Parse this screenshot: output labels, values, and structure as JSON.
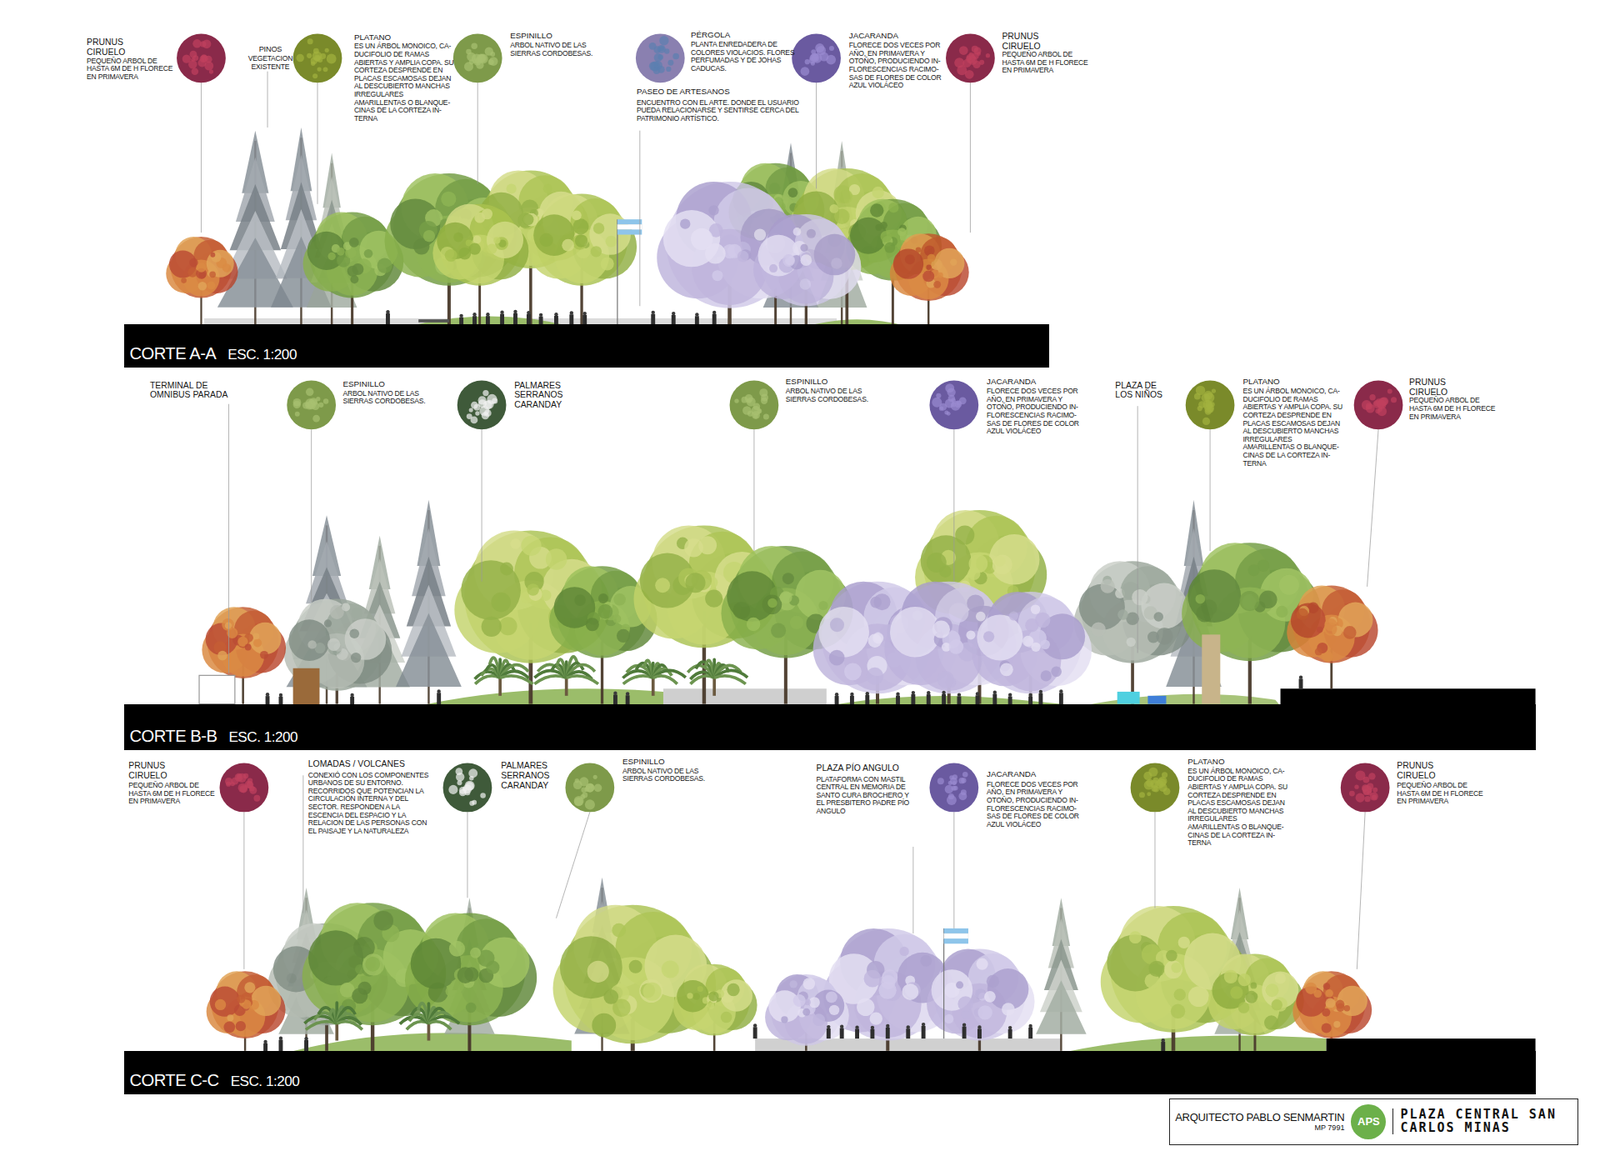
{
  "diagram": {
    "nodes": [
      {
        "text": [
          "CORTE A-A",
          "ESC. 1:200"
        ]
      },
      {
        "text": [
          "CORTE B-B",
          "ESC. 1:200"
        ]
      },
      {
        "text": [
          "CORTE C-C",
          "ESC. 1:200"
        ]
      },
      {
        "text": [
          "ARQUITECTO PABLO SENMARTIN",
          "MP 7991",
          "PLAZA CENTRAL SAN CARLOS MINAS"
        ]
      },
      {
        "text": [
          "APS"
        ],
        "in": 3
      }
    ],
    "edges": [],
    "labels": [
      "PRUNUS CIRUELO",
      "PEQUEÑO ARBOL DE HASTA 6M DE H FLORECE EN PRIMAVERA",
      "PINOS",
      "VEGETACION EXISTENTE",
      "PLATANO",
      "ES UN ÁRBOL MONOICO, CA-DUCIFOLIO DE RAMAS ABIERTAS Y AMPLIA COPA. SU CORTEZA DESPRENDE EN PLACAS ESCAMOSAS DEJAN AL DESCUBIERTO MANCHAS IRREGULARES AMARILLENTAS O BLANQUE-CINAS DE LA CORTEZA IN-TERNA",
      "ESPINILLO",
      "ARBOL NATIVO DE LAS SIERRAS CORDOBESAS.",
      "PÉRGOLA",
      "PLANTA ENREDADERA DE COLORES VIOLACIOS. FLORES PERFUMADAS Y DE JOHAS CADUCAS.",
      "PASEO DE ARTESANOS",
      "ENCUENTRO CON EL ARTE. DONDE EL USUARIO PUEDA RELACIONARSE Y SENTIRSE CERCA DEL PATRIMONIO ARTÍSTICO.",
      "JACARANDA",
      "FLORECE DOS VECES POR AÑO, EN PRIMAVERA Y OTOÑO, PRODUCIENDO IN-FLORESCENCIAS RACIMO-SAS DE FLORES DE COLOR AZUL VIOLÁCEO",
      "PRUNUS CIRUELO",
      "PEQUEÑO ARBOL DE HASTA 6M DE H FLORECE EN PRIMAVERA",
      "TERMINAL DE OMNIBUS PARADA",
      "ESPINILLO",
      "ARBOL NATIVO DE LAS SIERRAS CORDOBESAS.",
      "PALMARES SERRANOS CARANDAY",
      "ESPINILLO",
      "ARBOL NATIVO DE LAS SIERRAS CORDOBESAS.",
      "JACARANDA",
      "FLORECE DOS VECES POR AÑO, EN PRIMAVERA Y OTOÑO, PRODUCIENDO IN-FLORESCENCIAS RACIMO-SAS DE FLORES DE COLOR AZUL VIOLÁCEO",
      "PLAZA DE LOS NIÑOS",
      "PLATANO",
      "ES UN ÁRBOL MONOICO, CA-DUCIFOLIO DE RAMAS ABIERTAS Y AMPLIA COPA. SU CORTEZA DESPRENDE EN PLACAS ESCAMOSAS DEJAN AL DESCUBIERTO MANCHAS IRREGULARES AMARILLENTAS O BLANQUE-CINAS DE LA CORTEZA IN-TERNA",
      "PRUNUS CIRUELO",
      "PEQUEÑO ARBOL DE HASTA 6M DE H FLORECE EN PRIMAVERA",
      "PRUNUS CIRUELO",
      "PEQUEÑO ARBOL DE HASTA 6M DE H FLORECE EN PRIMAVERA",
      "LOMADAS / VOLCANES",
      "CONEXIÓ CON LOS COMPONENTES URBANOS DE SU ENTORNO. RECORRIDOS QUE POTENCIAN LA CIRCULACIÓN INTERNA Y DEL SECTOR. RESPONDEN A LA ESCENCIA DEL ESPACIO Y LA RELACION DE LAS PERSONAS CON EL PAISAJE Y LA NATURALEZA",
      "PALMARES SERRANOS CARANDAY",
      "ESPINILLO",
      "ARBOL NATIVO DE LAS SIERRAS CORDOBESAS.",
      "PLAZA PÍO ANGULO",
      "PLATAFORMA CON MASTIL CENTRAL EN MEMORIA DE SANTO CURA BROCHERO Y EL PRESBITERO PADRE PÍO ANGULO",
      "JACARANDA",
      "FLORECE DOS VECES POR AÑO, EN PRIMAVERA Y OTOÑO, PRODUCIENDO IN-FLORESCENCIAS RACIMO-SAS DE FLORES DE COLOR AZUL VIOLÁCEO",
      "PLATANO",
      "ES UN ÁRBOL MONOICO, CA-DUCIFOLIO DE RAMAS ABIERTAS Y AMPLIA COPA. SU CORTEZA DESPRENDE EN PLACAS ESCAMOSAS DEJAN AL DESCUBIERTO MANCHAS IRREGULARES AMARILLENTAS O BLANQUE-CINAS DE LA CORTEZA IN-TERNA",
      "PRUNUS CIRUELO",
      "PEQUEÑO ARBOL DE HASTA 6M DE H FLORECE EN PRIMAVERA"
    ]
  }
}
